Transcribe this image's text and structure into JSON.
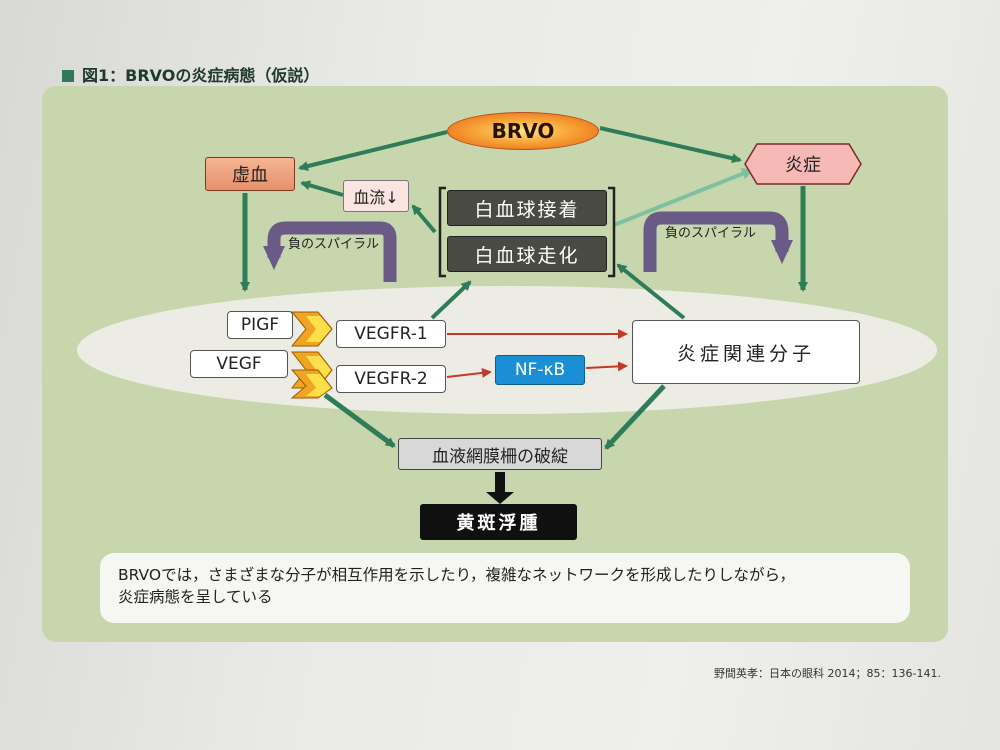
{
  "figure": {
    "title": "図1：BRVOの炎症病態（仮説）"
  },
  "nodes": {
    "brvo": "BRVO",
    "kyoketsu": "虚血",
    "enshou": "炎症",
    "ketsuryu": "血流↓",
    "hakkekkyu_secchaku": "白血球接着",
    "hakkekkyu_souka": "白血球走化",
    "pigf": "PIGF",
    "vegf": "VEGF",
    "vegfr1": "VEGFR-1",
    "vegfr2": "VEGFR-2",
    "nfkb": "NF-κB",
    "enshou_kanren": "炎症関連分子",
    "barrier": "血液網膜柵の破綻",
    "edema": "黄斑浮腫"
  },
  "spirals": {
    "left": "負のスパイラル",
    "right": "負のスパイラル"
  },
  "caption": {
    "line1": "BRVOでは，さまざまな分子が相互作用を示したり，複雑なネットワークを形成したりしながら，",
    "line2": "炎症病態を呈している"
  },
  "citation": "野間英孝：日本の眼科 2014；85：136-141.",
  "colors": {
    "panel": "#c7d6ad",
    "arrow_green": "#2e7d58",
    "arrow_red": "#c0392b",
    "spiral_purple": "#6a5a86",
    "accent_square": "#2f7a56"
  }
}
